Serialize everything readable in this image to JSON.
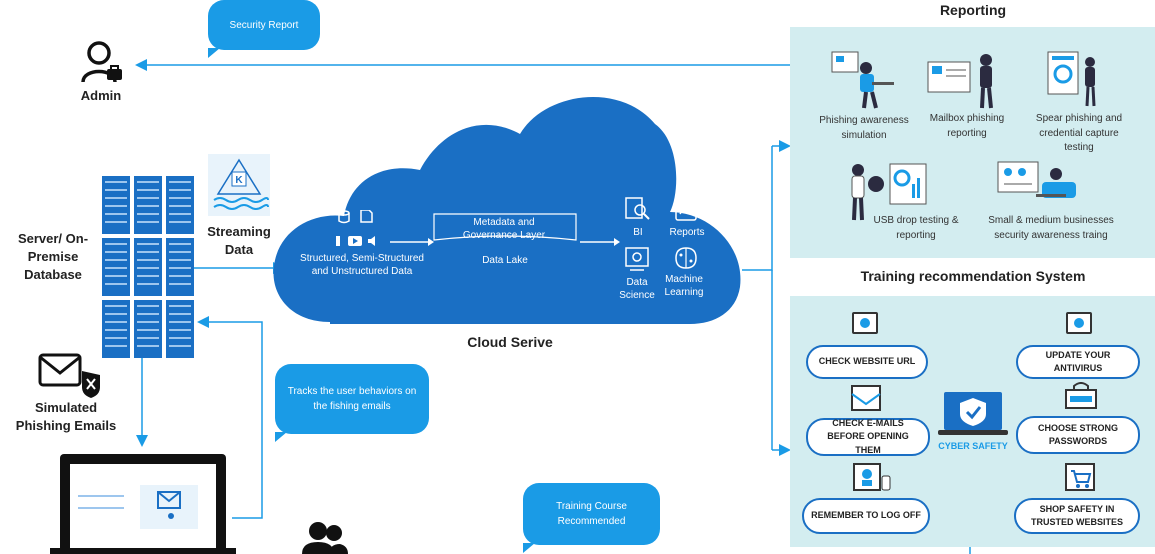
{
  "bubbles": {
    "security_report": "Security Report",
    "tracks": "Tracks the user behaviors on the fishing emails",
    "training_course": "Training Course Recommended"
  },
  "left": {
    "admin": "Admin",
    "server": "Server/ On-Premise Database",
    "streaming": "Streaming Data",
    "simulated": "Simulated Phishing Emails"
  },
  "cloud": {
    "caption": "Cloud Serive",
    "structured": "Structured, Semi-Structured and Unstructured Data",
    "metadata": "Metadata and Governance Layer",
    "data_lake": "Data Lake",
    "bi": "BI",
    "reports": "Reports",
    "data_science": "Data Science",
    "machine_learning": "Machine Learning"
  },
  "reporting": {
    "title": "Reporting",
    "items": [
      "Phishing awareness simulation",
      "Mailbox phishing reporting",
      "Spear phishing and credential capture testing",
      "USB drop testing & reporting",
      "Small & medium businesses security awareness traing"
    ]
  },
  "training": {
    "title": "Training recommendation System",
    "items": [
      "CHECK WEBSITE URL",
      "UPDATE YOUR ANTIVIRUS",
      "CHECK E-MAILS BEFORE OPENING THEM",
      "CHOOSE STRONG PASSWORDS",
      "REMEMBER TO LOG OFF",
      "SHOP SAFETY IN TRUSTED WEBSITES"
    ],
    "center": "CYBER SAFETY"
  },
  "colors": {
    "accent": "#1a9be6",
    "dark_blue": "#1a6fc4",
    "panel": "#d3edf0"
  }
}
